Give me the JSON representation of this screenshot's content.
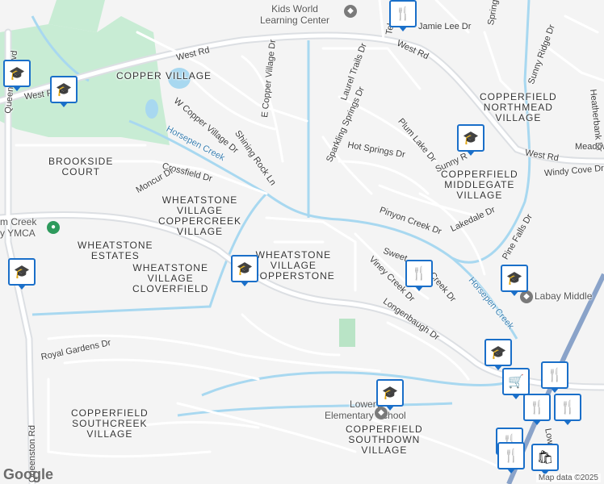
{
  "map": {
    "attribution": "Map data ©2025",
    "logo": "Google",
    "colors": {
      "background": "#f4f4f4",
      "road": "#ffffff",
      "arterial": "#dcdfe3",
      "park": "#c8ecd4",
      "water": "#a8d8f0",
      "pin_border": "#1a6fc9",
      "highway": "#8aa3c9"
    }
  },
  "roads": {
    "west_rd_left": "West Rd",
    "west_rd_mid": "West Rd",
    "west_rd_right": "West Rd",
    "west_pkwy": "West P",
    "queenston_blvd": "Queenston Blvd",
    "queenston_rd": "Queenston Rd",
    "w_copper_village_dr": "W Copper Village Dr",
    "e_copper_village_dr": "E Copper Village Dr",
    "shining_rock_ln": "Shining Rock Ln",
    "crossfield_dr": "Crossfield Dr",
    "moncur_dr": "Moncur Dr",
    "laurel_trails_dr": "Laurel Trails Dr",
    "sparkling_springs_dr": "Sparkling Springs Dr",
    "hot_springs_dr": "Hot Springs Dr",
    "plum_lake_dr": "Plum Lake Dr",
    "sunny_ridge_dr": "Sunny Ridge Dr",
    "sunny_r": "Sunny R",
    "heatherbank_dr": "Heatherbank Dr",
    "meadow": "Meadow",
    "windy_cove_dr": "Windy Cove Dr",
    "pinyon_creek_dr": "Pinyon Creek Dr",
    "lakedale_dr": "Lakedale Dr",
    "pine_falls_dr": "Pine Falls Dr",
    "sweet_creek_dr": "Sweet",
    "creek_dr_part": "Creek Dr",
    "viney_creek_dr": "Viney Creek Dr",
    "longenbaugh_dr": "Longenbaugh Dr",
    "royal_gardens_dr": "Royal Gardens Dr",
    "jamie_lee_dr": "Jamie Lee Dr",
    "spring_top": "Spring",
    "tel_top": "Tel",
    "horsepen_creek_1": "Horsepen Creek",
    "horsepen_creek_2": "Horsepen Creek",
    "lowery_partial": "Lowery P"
  },
  "areas": [
    {
      "key": "copper_village",
      "text": "COPPER VILLAGE"
    },
    {
      "key": "copperfield_northmead",
      "text": "COPPERFIELD\nNORTHMEAD\nVILLAGE"
    },
    {
      "key": "brookside_court",
      "text": "BROOKSIDE\nCOURT"
    },
    {
      "key": "wheatstone_coppercreek",
      "text": "WHEATSTONE\nVILLAGE\nCOPPERCREEK\nVILLAGE"
    },
    {
      "key": "copperfield_middlegate",
      "text": "COPPERFIELD\nMIDDLEGATE\nVILLAGE"
    },
    {
      "key": "wheatstone_estates",
      "text": "WHEATSTONE\nESTATES"
    },
    {
      "key": "wheatstone_cloverfield",
      "text": "WHEATSTONE\nVILLAGE\nCLOVERFIELD"
    },
    {
      "key": "wheatstone_copperstone",
      "text": "WHEATSTONE\nVILLAGE\nCOPPERSTONE"
    },
    {
      "key": "copperfield_southcreek",
      "text": "COPPERFIELD\nSOUTHCREEK\nVILLAGE"
    },
    {
      "key": "copperfield_southdown",
      "text": "COPPERFIELD\nSOUTHDOWN\nVILLAGE"
    }
  ],
  "pois": {
    "kids_world": "Kids World\nLearning Center",
    "ymca": "m Creek\ny YMCA",
    "lowery_school": "Lowery\nElementary School",
    "labay_middle": "Labay Middle"
  },
  "markers": [
    {
      "type": "school",
      "icon": "school-icon"
    },
    {
      "type": "school",
      "icon": "school-icon"
    },
    {
      "type": "school",
      "icon": "school-icon"
    },
    {
      "type": "school",
      "icon": "school-icon"
    },
    {
      "type": "school",
      "icon": "school-icon"
    },
    {
      "type": "school",
      "icon": "school-icon"
    },
    {
      "type": "school",
      "icon": "school-icon"
    },
    {
      "type": "school",
      "icon": "school-icon"
    },
    {
      "type": "restaurant",
      "icon": "restaurant-icon"
    },
    {
      "type": "restaurant",
      "icon": "restaurant-icon"
    },
    {
      "type": "restaurant",
      "icon": "restaurant-icon"
    },
    {
      "type": "restaurant",
      "icon": "restaurant-icon"
    },
    {
      "type": "restaurant",
      "icon": "restaurant-icon"
    },
    {
      "type": "restaurant",
      "icon": "restaurant-icon"
    },
    {
      "type": "restaurant",
      "icon": "restaurant-icon"
    },
    {
      "type": "grocery",
      "icon": "shopping-cart-icon"
    },
    {
      "type": "shopping",
      "icon": "shopping-bag-icon"
    }
  ]
}
